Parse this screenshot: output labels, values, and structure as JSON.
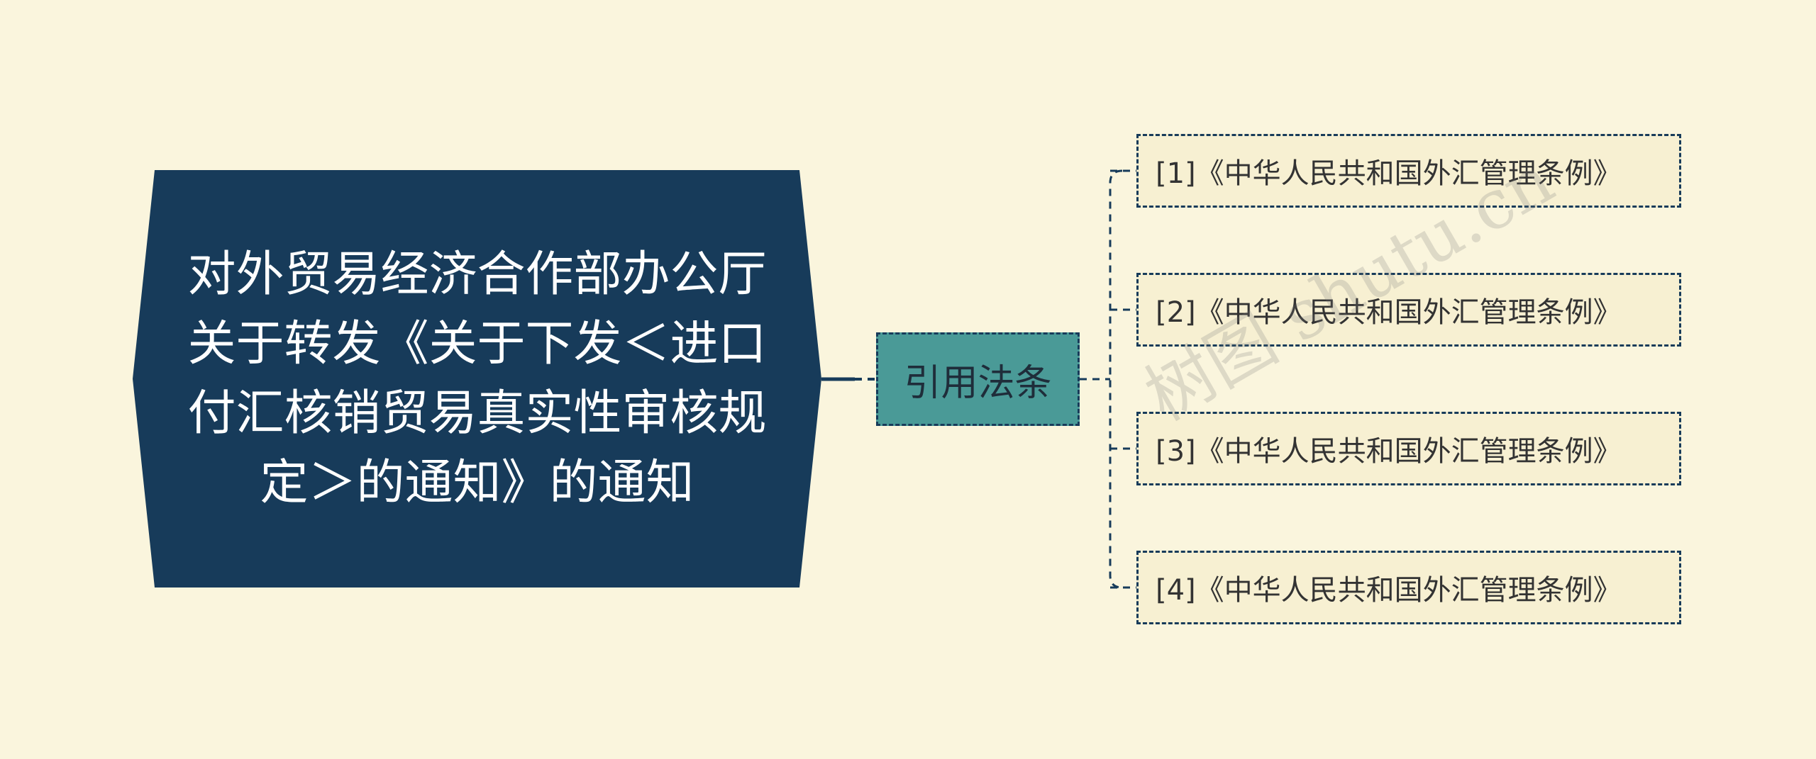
{
  "root": {
    "text": "对外贸易经济合作部办公厅关于转发《关于下发＜进口付汇核销贸易真实性审核规定＞的通知》的通知"
  },
  "branch": {
    "label": "引用法条"
  },
  "leaves": [
    {
      "label": "[1]《中华人民共和国外汇管理条例》"
    },
    {
      "label": "[2]《中华人民共和国外汇管理条例》"
    },
    {
      "label": "[3]《中华人民共和国外汇管理条例》"
    },
    {
      "label": "[4]《中华人民共和国外汇管理条例》"
    }
  ],
  "watermark": "树图 shutu.cn",
  "colors": {
    "background": "#faf5dd",
    "root_fill": "#173b5a",
    "branch_fill": "#4a9a97",
    "leaf_fill": "#f7f0d2",
    "line": "#173b5a"
  }
}
